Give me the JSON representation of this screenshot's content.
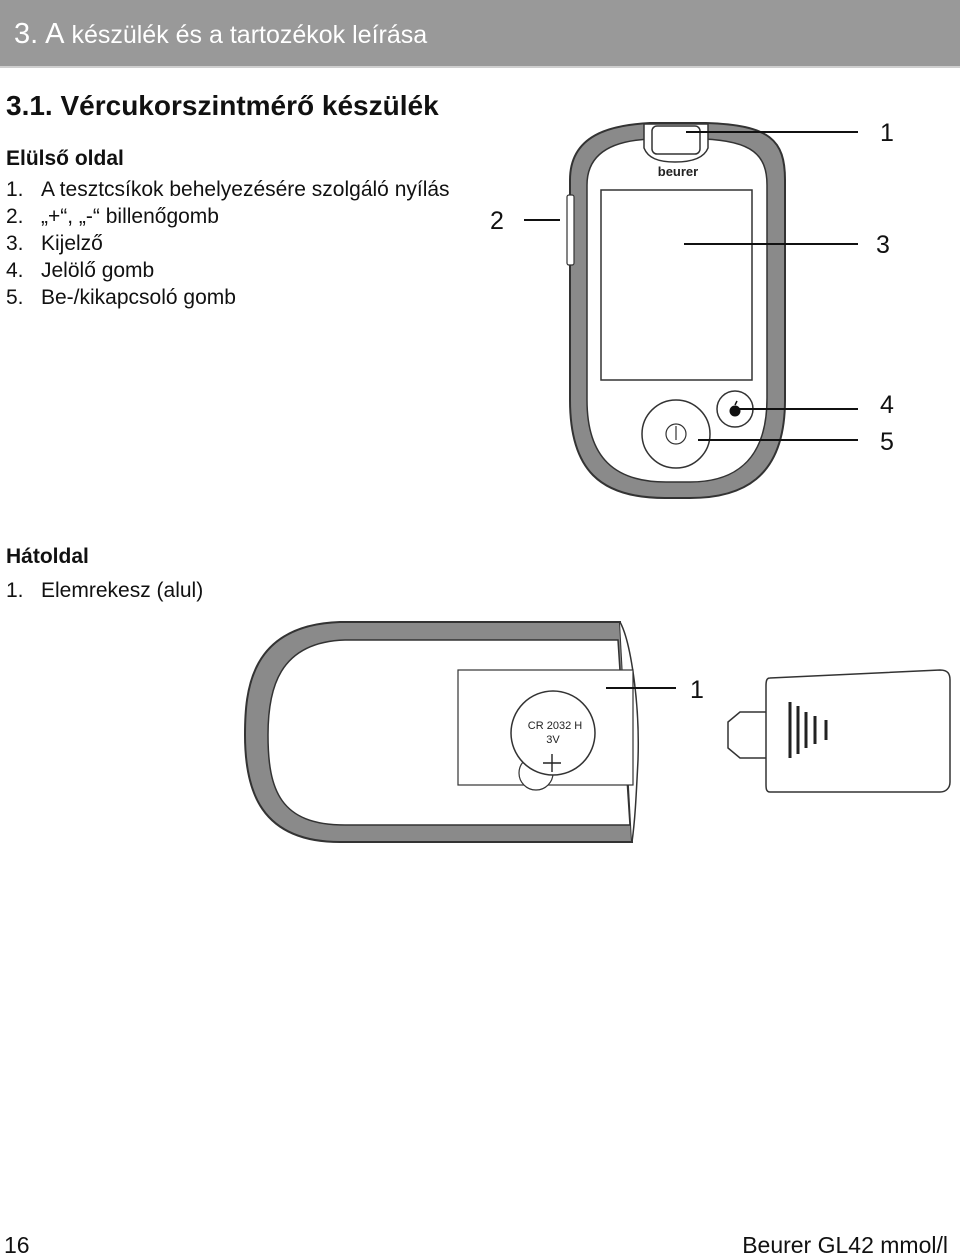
{
  "header": {
    "number": "3.",
    "title_first": "A",
    "title_rest": "készülék és a tartozékok leírása"
  },
  "section": {
    "title": "3.1.  Vércukorszintmérő készülék"
  },
  "front": {
    "subtitle": "Elülső oldal",
    "items": [
      {
        "n": "1.",
        "text": "A tesztcsíkok behelyezésére szolgáló nyílás"
      },
      {
        "n": "2.",
        "text": "„+“, „-“ billenőgomb"
      },
      {
        "n": "3.",
        "text": "Kijelző"
      },
      {
        "n": "4.",
        "text": "Jelölő gomb"
      },
      {
        "n": "5.",
        "text": "Be-/kikapcsoló gomb"
      }
    ],
    "callouts": [
      "1",
      "2",
      "3",
      "4",
      "5"
    ],
    "logo": "beurer"
  },
  "back": {
    "subtitle": "Hátoldal",
    "items": [
      {
        "n": "1.",
        "text": "Elemrekesz (alul)"
      }
    ],
    "callout": "1",
    "battery": {
      "line1": "CR 2032 H",
      "line2": "3V",
      "sign": "+"
    }
  },
  "footer": {
    "page": "16",
    "model": "Beurer GL42 mmol/l"
  },
  "colors": {
    "header_bg": "#999999",
    "device_gray": "#8a8a8a"
  }
}
